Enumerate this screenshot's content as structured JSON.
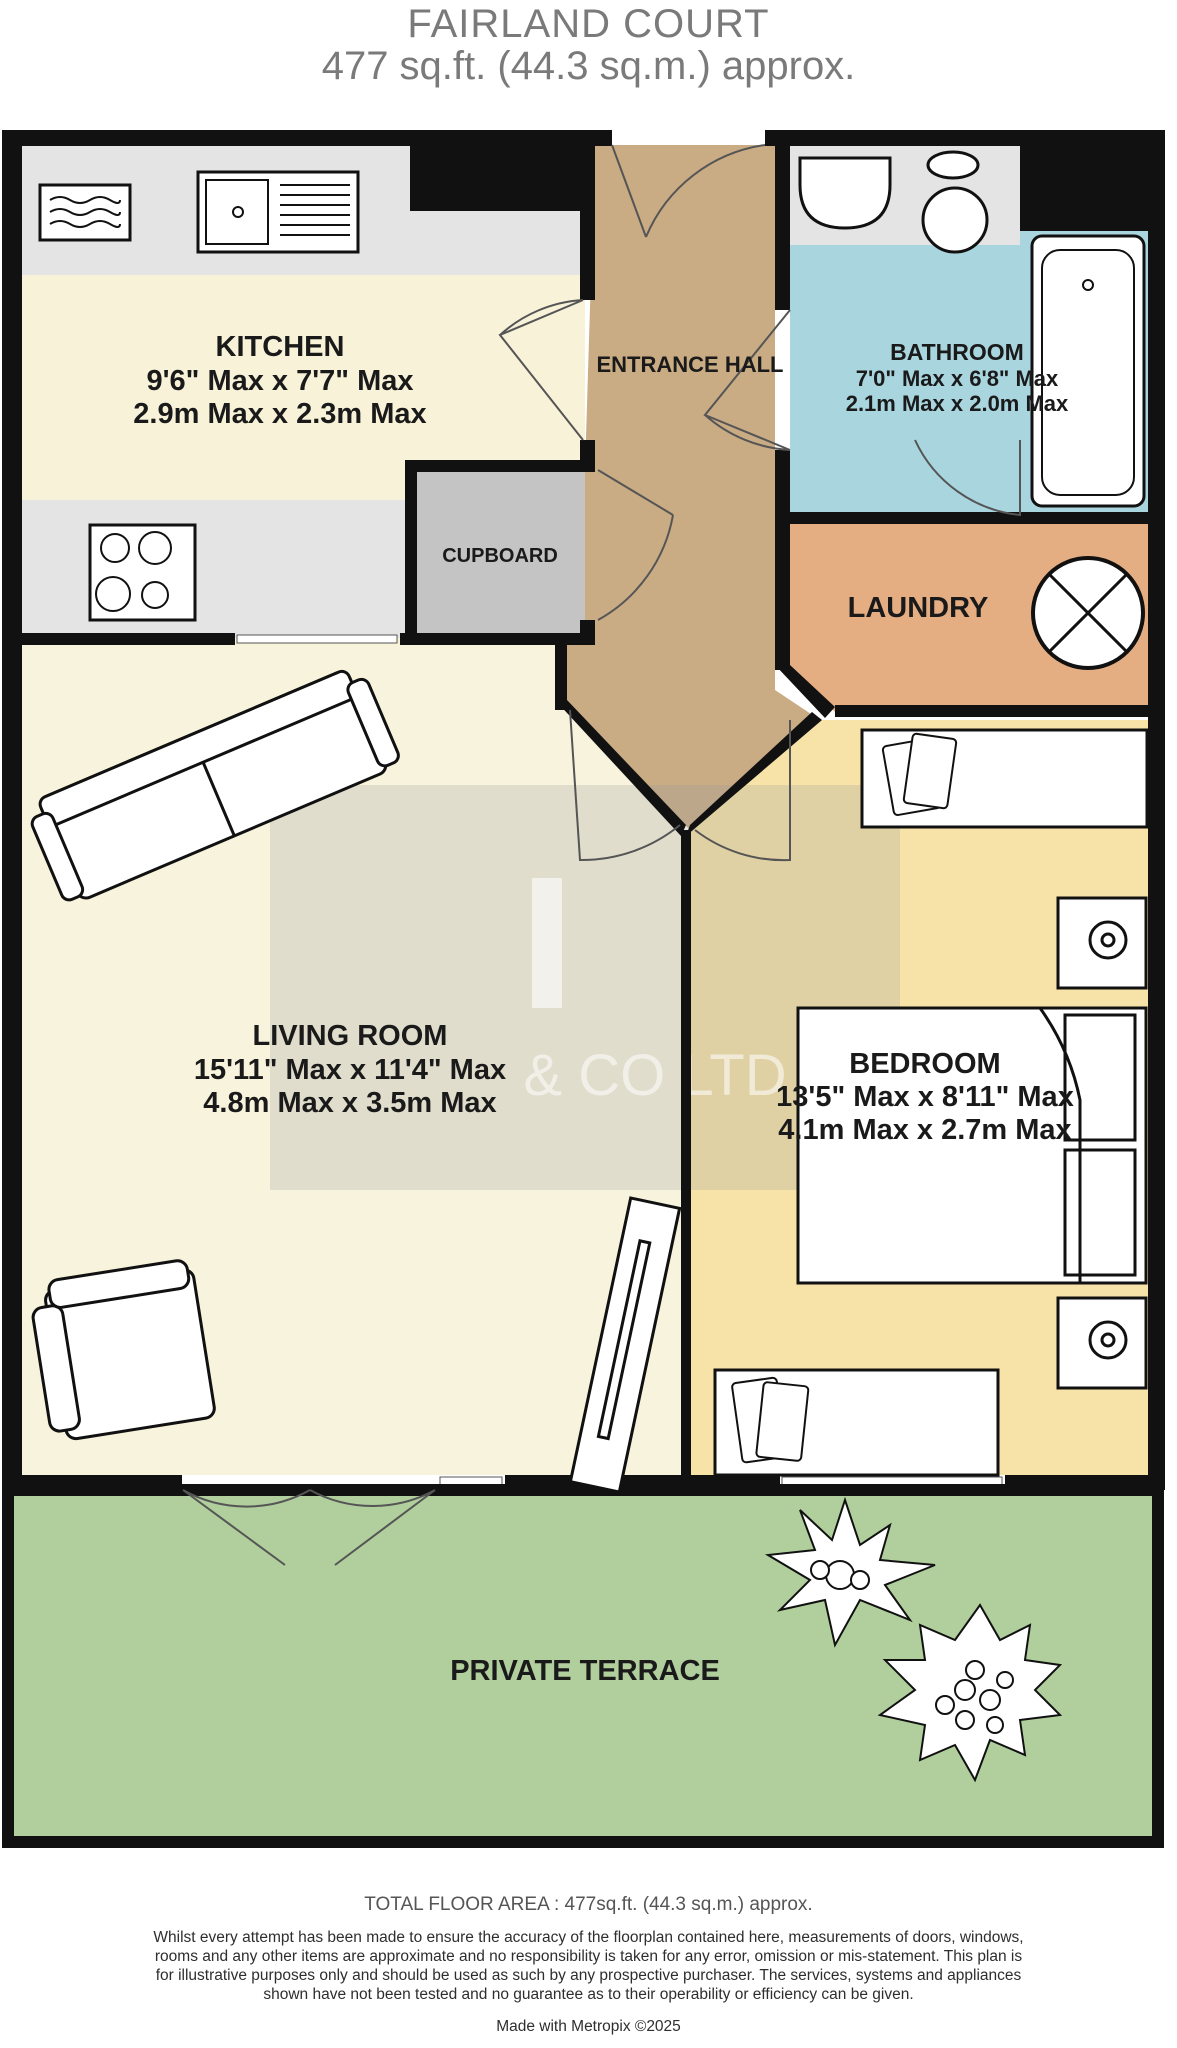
{
  "header": {
    "title": "FAIRLAND COURT",
    "area": "477 sq.ft. (44.3 sq.m.) approx."
  },
  "rooms": {
    "kitchen": {
      "name": "KITCHEN",
      "imperial": "9'6\" Max x 7'7\" Max",
      "metric": "2.9m Max x 2.3m Max"
    },
    "entrance_hall": {
      "name": "ENTRANCE HALL"
    },
    "bathroom": {
      "name": "BATHROOM",
      "imperial": "7'0\" Max x 6'8\" Max",
      "metric": "2.1m Max x 2.0m Max"
    },
    "cupboard": {
      "name": "CUPBOARD"
    },
    "laundry": {
      "name": "LAUNDRY"
    },
    "living_room": {
      "name": "LIVING ROOM",
      "imperial": "15'11\" Max x 11'4\" Max",
      "metric": "4.8m Max x 3.5m Max"
    },
    "bedroom": {
      "name": "BEDROOM",
      "imperial": "13'5\" Max x 8'11\" Max",
      "metric": "4.1m Max x 2.7m Max"
    },
    "terrace": {
      "name": "PRIVATE TERRACE"
    }
  },
  "watermark": {
    "text": "& CO LTD"
  },
  "colors": {
    "kitchen": "#f7f2d8",
    "hall": "#c9ab84",
    "bathroom": "#a9d5df",
    "laundry": "#e4ad82",
    "living": "#f7f3dc",
    "bedroom": "#f7e3a8",
    "terrace": "#b0cf9d",
    "cupboard": "#c4c4c4",
    "worktop": "#e4e4e4",
    "wall": "#111111"
  },
  "footer": {
    "total": "TOTAL FLOOR AREA : 477sq.ft. (44.3 sq.m.) approx.",
    "disclaimer": "Whilst every attempt has been made to ensure the accuracy of the floorplan contained here, measurements of doors, windows, rooms and any other items are approximate and no responsibility is taken for any error, omission or mis-statement. This plan is for illustrative purposes only and should be used as such by any prospective purchaser. The services, systems and appliances shown have not been tested and no guarantee as to their operability or efficiency can be given.",
    "made_with": "Made with Metropix ©2025"
  }
}
